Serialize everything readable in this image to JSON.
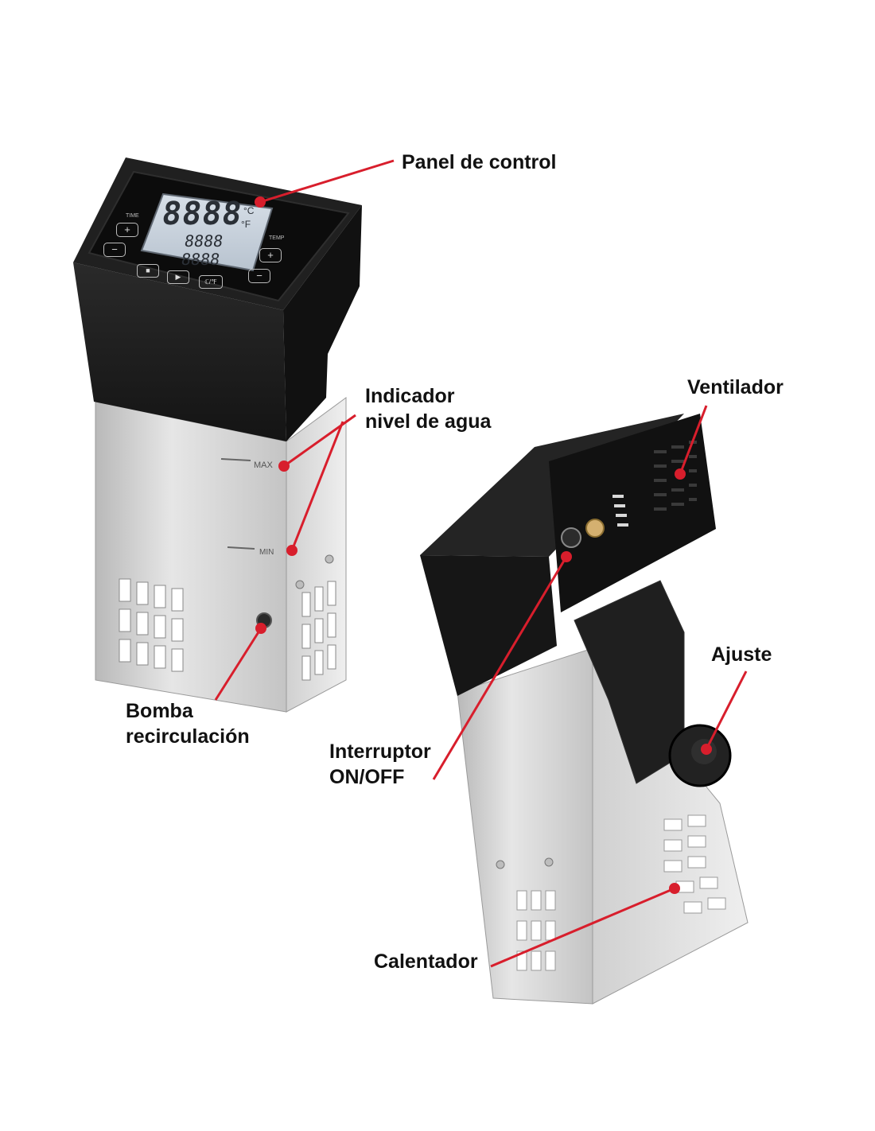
{
  "labels": {
    "panel_control": "Panel de control",
    "indicador_1": "Indicador",
    "indicador_2": "nivel de agua",
    "bomba_1": "Bomba",
    "bomba_2": "recirculación",
    "ventilador": "Ventilador",
    "ajuste": "Ajuste",
    "interruptor_1": "Interruptor",
    "interruptor_2": "ON/OFF",
    "calentador": "Calentador"
  },
  "device": {
    "lcd_main": "8888",
    "lcd_unit_c": "°C",
    "lcd_unit_f": "°F",
    "lcd_row2": "8888",
    "lcd_row3": "8888",
    "time_label": "TIME",
    "temp_label": "TEMP",
    "btn_plus": "+",
    "btn_minus": "−",
    "max_label": "MAX",
    "min_label": "MIN",
    "btn_stop": "■",
    "btn_play": "▶",
    "btn_rtc": "ℂ/℉"
  },
  "colors": {
    "accent_red": "#d81e2c",
    "body_black": "#1c1c1c",
    "steel": "#d4d4d4",
    "lcd": "#c7d2de"
  }
}
